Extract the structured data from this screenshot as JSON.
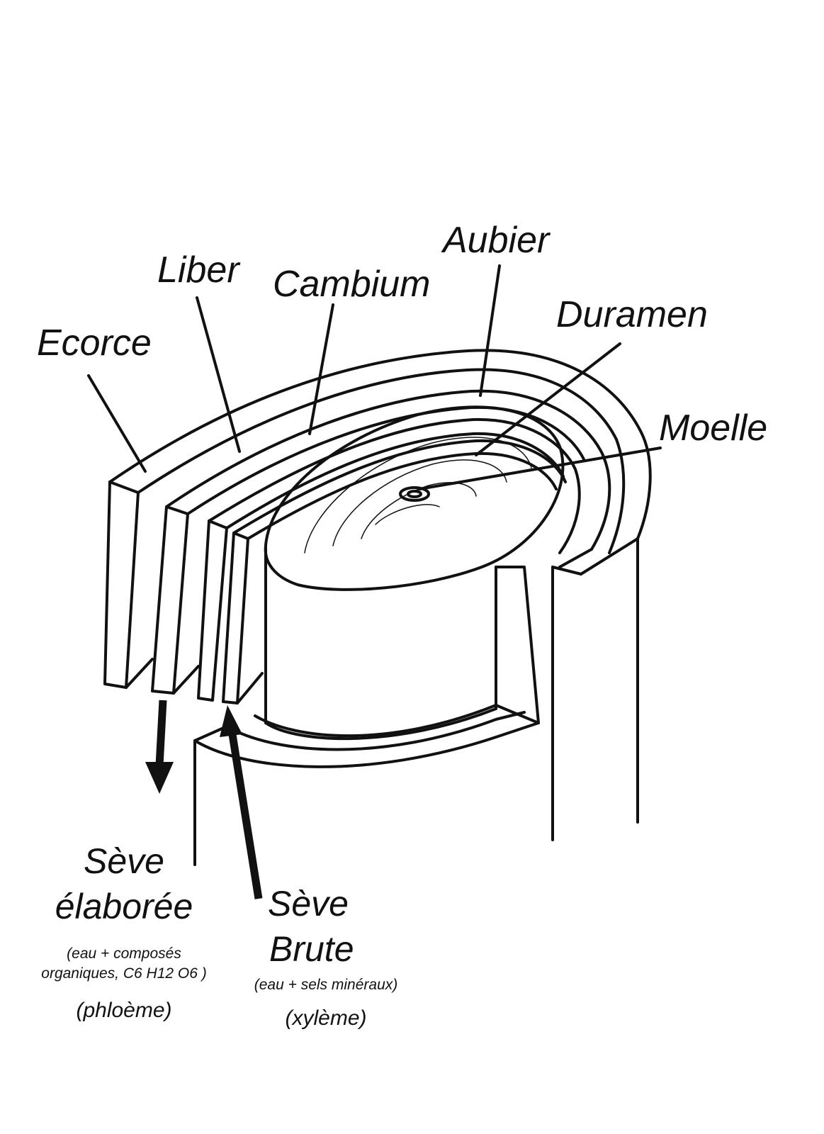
{
  "layers": {
    "ecorce": "Ecorce",
    "liber": "Liber",
    "cambium": "Cambium",
    "aubier": "Aubier",
    "duramen": "Duramen",
    "moelle": "Moelle"
  },
  "seve_elaboree": {
    "line1": "Sève",
    "line2": "élaborée",
    "note_line1": "(eau + composés",
    "note_line2": "organiques, C6 H12 O6 )",
    "tissue": "(phloème)"
  },
  "seve_brute": {
    "line1": "Sève",
    "line2": "Brute",
    "note": "(eau + sels minéraux)",
    "tissue": "(xylème)"
  },
  "colors": {
    "ink": "#111111",
    "paper": "#ffffff"
  },
  "icons": [
    "arrow-down-icon",
    "arrow-up-icon"
  ]
}
